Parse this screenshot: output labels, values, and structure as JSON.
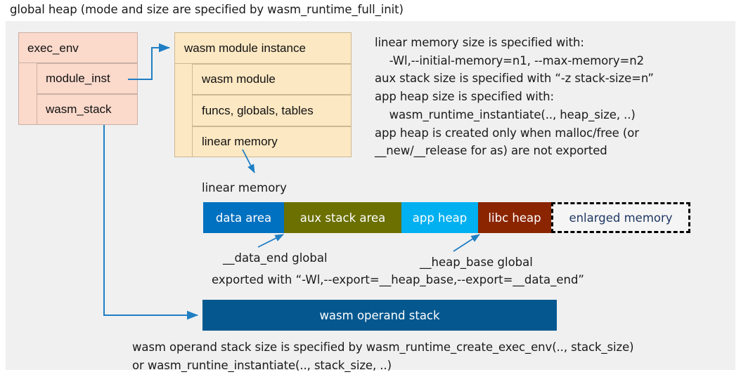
{
  "title": "global heap (mode and size are specified by wasm_runtime_full_init)",
  "exec_env": {
    "header": "exec_env",
    "rows": [
      {
        "label": "module_inst"
      },
      {
        "label": "wasm_stack"
      }
    ]
  },
  "module_instance": {
    "header": "wasm module instance",
    "rows": [
      {
        "label": "wasm module"
      },
      {
        "label": "funcs, globals, tables"
      },
      {
        "label": "linear memory"
      }
    ]
  },
  "info_text": "linear memory size is specified with:\n    -Wl,--initial-memory=n1, --max-memory=n2\naux stack size is specified with “-z stack-size=n”\napp heap size is specified with:\n    wasm_runtime_instantiate(.., heap_size, ..)\napp heap is created only when malloc/free (or\n__new/__release for as) are not exported",
  "linear_memory": {
    "caption": "linear memory",
    "segments": [
      {
        "label": "data area",
        "color": "#0070c0",
        "width": 115
      },
      {
        "label": "aux stack area",
        "color": "#6b7000",
        "width": 167
      },
      {
        "label": "app heap",
        "color": "#00b0f0",
        "width": 109
      },
      {
        "label": "libc heap",
        "color": "#8b2500",
        "width": 104
      },
      {
        "label": "enlarged memory",
        "color": "#f5f5f5",
        "width": 198
      }
    ]
  },
  "annotations": {
    "data_end": "__data_end global",
    "heap_base": "__heap_base global",
    "exported_with": "exported with “-Wl,--export=__heap_base,--export=__data_end”"
  },
  "operand_stack": {
    "label": "wasm operand stack",
    "color": "#05588f"
  },
  "bottom_text": "wasm operand stack size is specified by wasm_runtime_create_exec_env(.., stack_size)\nor wasm_runtine_instantiate(.., stack_size, ..)",
  "colors": {
    "panel_background": "#f0f0f0",
    "exec_env_fill": "#fbd9cb",
    "module_instance_fill": "#fce8c3",
    "connector_blue": "#1f7ec4",
    "enlarged_memory_text": "#1f3864"
  }
}
